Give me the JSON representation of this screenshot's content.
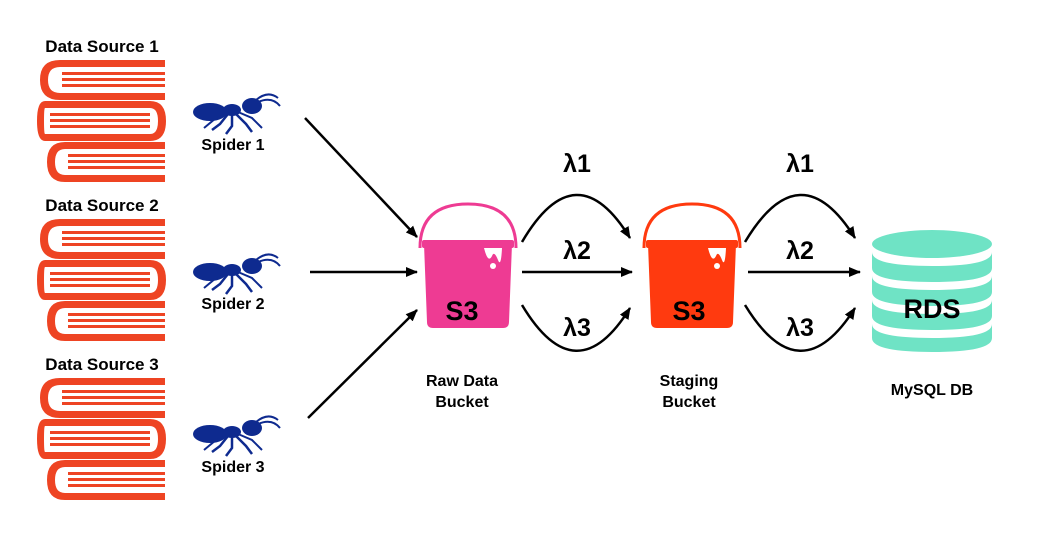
{
  "colors": {
    "books": "#ee4423",
    "spider": "#0e2a8f",
    "raw_bucket": "#ee3b93",
    "staging_bucket": "#ff3a0f",
    "rds": "#6fe3c5",
    "arrow": "#000000"
  },
  "sources": [
    {
      "title": "Data Source 1",
      "spider": "Spider 1",
      "icon": "books-icon",
      "spider_icon": "ant-icon"
    },
    {
      "title": "Data Source 2",
      "spider": "Spider 2",
      "icon": "books-icon",
      "spider_icon": "ant-icon"
    },
    {
      "title": "Data Source 3",
      "spider": "Spider 3",
      "icon": "books-icon",
      "spider_icon": "ant-icon"
    }
  ],
  "raw_bucket": {
    "label": "S3",
    "caption_line1": "Raw Data",
    "caption_line2": "Bucket",
    "icon": "paint-bucket-icon"
  },
  "staging_bucket": {
    "label": "S3",
    "caption_line1": "Staging",
    "caption_line2": "Bucket",
    "icon": "paint-bucket-icon"
  },
  "database": {
    "label": "RDS",
    "caption": "MySQL DB",
    "icon": "database-icon"
  },
  "lambdas_stage1": [
    "λ1",
    "λ2",
    "λ3"
  ],
  "lambdas_stage2": [
    "λ1",
    "λ2",
    "λ3"
  ]
}
